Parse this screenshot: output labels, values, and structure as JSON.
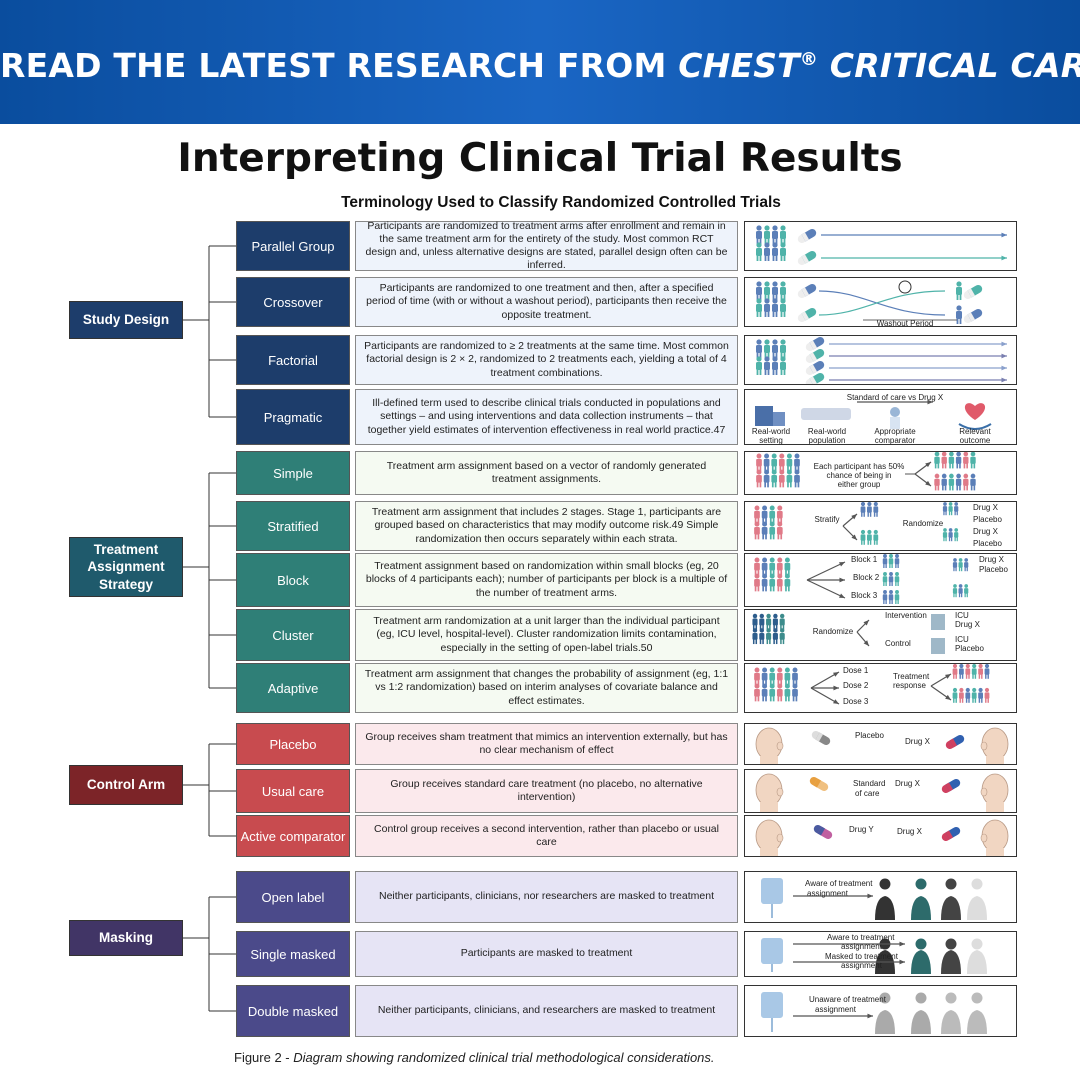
{
  "banner": {
    "prefix": "READ THE LATEST RESEARCH FROM ",
    "journal": "CHEST",
    "mark": "®",
    "suffix": " CRITICAL CARE"
  },
  "title": "Interpreting Clinical Trial Results",
  "subtitle": "Terminology Used to Classify Randomized Controlled Trials",
  "colors": {
    "banner_blue": "#0a4d9e",
    "study_design": "#1d3d6b",
    "treatment_assignment": "#2f7f77",
    "control_arm": "#c84b4f",
    "masking": "#4b4a8a",
    "blue_arm": "#5b7fb8",
    "teal_arm": "#4fb3a9",
    "pink_arm": "#e07a88"
  },
  "categories": [
    {
      "name": "Study Design",
      "rows": [
        {
          "term": "Parallel Group",
          "description": "Participants are randomized to treatment arms after enrollment and remain in the same treatment arm for the entirety of the study. Most common RCT design and, unless alternative designs are stated, parallel design often can be inferred.",
          "labels": []
        },
        {
          "term": "Crossover",
          "description": "Participants are randomized to one treatment and then, after a specified period of time (with or without a washout period), participants then receive the opposite treatment.",
          "labels": [
            "Washout Period"
          ]
        },
        {
          "term": "Factorial",
          "description": "Participants are randomized to ≥ 2 treatments at the same time. Most common factorial design is 2 × 2, randomized to 2 treatments each, yielding a total of 4 treatment combinations.",
          "labels": []
        },
        {
          "term": "Pragmatic",
          "description": "Ill-defined term used to describe clinical trials conducted in populations and settings – and using interventions and data collection instruments – that together yield estimates of intervention effectiveness in real world practice.47",
          "labels": [
            "Standard of care vs Drug X",
            "Real-world setting",
            "Real-world population",
            "Appropriate comparator",
            "Relevant outcome"
          ]
        }
      ]
    },
    {
      "name": "Treatment Assignment Strategy",
      "rows": [
        {
          "term": "Simple",
          "description": "Treatment arm assignment based on a vector of randomly generated treatment assignments.",
          "labels": [
            "Each participant has 50%",
            "chance of being in",
            "either group"
          ]
        },
        {
          "term": "Stratified",
          "description": "Treatment arm assignment that includes 2 stages. Stage 1, participants are grouped based on characteristics that may modify outcome risk.49 Simple randomization then occurs separately within each strata.",
          "labels": [
            "Stratify",
            "Randomize",
            "Drug X",
            "Placebo",
            "Drug X",
            "Placebo"
          ]
        },
        {
          "term": "Block",
          "description": "Treatment assignment based on randomization within small blocks (eg, 20 blocks of 4 participants each); number of participants per block is a multiple of the number of treatment arms.",
          "labels": [
            "Block 1",
            "Block 2",
            "Block 3",
            "Drug X",
            "Placebo"
          ]
        },
        {
          "term": "Cluster",
          "description": "Treatment arm randomization at a unit larger than the individual participant (eg, ICU level, hospital-level). Cluster randomization limits contamination, especially in the setting of open-label trials.50",
          "labels": [
            "Intervention",
            "Randomize",
            "Control",
            "ICU",
            "Drug X",
            "ICU",
            "Placebo"
          ]
        },
        {
          "term": "Adaptive",
          "description": "Treatment arm assignment that changes the probability of assignment (eg, 1:1 vs 1:2 randomization) based on interim analyses of covariate balance and effect estimates.",
          "labels": [
            "Dose 1",
            "Dose 2",
            "Dose 3",
            "Treatment",
            "response"
          ]
        }
      ]
    },
    {
      "name": "Control Arm",
      "rows": [
        {
          "term": "Placebo",
          "description": "Group receives sham treatment that mimics an intervention externally, but has no clear mechanism of effect",
          "labels": [
            "Placebo",
            "Drug X"
          ]
        },
        {
          "term": "Usual care",
          "description": "Group receives standard care treatment (no placebo, no alternative intervention)",
          "labels": [
            "Standard",
            "of care",
            "Drug X"
          ]
        },
        {
          "term": "Active comparator",
          "description": "Control group receives a second intervention, rather than placebo or usual care",
          "labels": [
            "Drug Y",
            "Drug X"
          ]
        }
      ]
    },
    {
      "name": "Masking",
      "rows": [
        {
          "term": "Open label",
          "description": "Neither participants, clinicians, nor researchers are masked to treatment",
          "labels": [
            "Aware of treatment",
            "assignment"
          ]
        },
        {
          "term": "Single masked",
          "description": "Participants are masked to treatment",
          "labels": [
            "Aware to treatment",
            "assignment",
            "Masked to treatment",
            "assignment"
          ]
        },
        {
          "term": "Double masked",
          "description": "Neither participants, clinicians, and researchers are masked to treatment",
          "labels": [
            "Unaware of treatment",
            "assignment"
          ]
        }
      ]
    }
  ],
  "caption": {
    "prefix": "Figure 2 - ",
    "text": "Diagram showing randomized clinical trial methodological considerations."
  }
}
